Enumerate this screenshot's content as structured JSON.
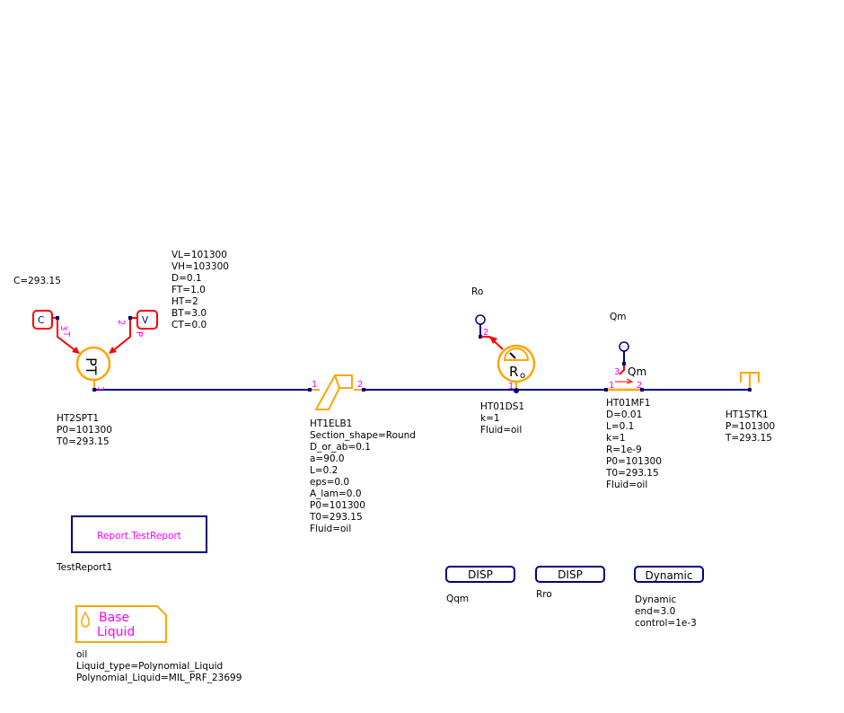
{
  "colors": {
    "wire": "#000080",
    "component": "#ffa500",
    "signal": "#ff0000",
    "pin": "#ff00ff"
  },
  "pressure_transducer": {
    "symbol": "PT",
    "name": "HT2SPT1",
    "params": [
      "P0=101300",
      "T0=293.15"
    ],
    "temp_label": "C=293.15",
    "settings": [
      "VL=101300",
      "VH=103300",
      "D=0.1",
      "FT=1.0",
      "HT=2",
      "BT=3.0",
      "CT=0.0"
    ],
    "c_port": "C",
    "v_port": "V",
    "pin1": "1",
    "pin2": "2",
    "pin3": "3",
    "port_t": "T",
    "port_p": "P"
  },
  "elbow": {
    "name": "HT1ELB1",
    "pin1": "1",
    "pin2": "2",
    "params": [
      "Section_shape=Round",
      "D_or_ab=0.1",
      "a=90.0",
      "L=0.2",
      "eps=0.0",
      "A_lam=0.0",
      "P0=101300",
      "T0=293.15",
      "Fluid=oil"
    ]
  },
  "density_sensor": {
    "name": "HT01DS1",
    "symbol": "R",
    "subscript": "o",
    "label": "Ro",
    "pin1": "1",
    "pin2": "2",
    "params": [
      "k=1",
      "Fluid=oil"
    ]
  },
  "mass_flow": {
    "name": "HT01MF1",
    "label": "Qm",
    "inner_label": "Qm",
    "pin1": "1",
    "pin2": "2",
    "pin3": "3",
    "params": [
      "D=0.01",
      "L=0.1",
      "k=1",
      "R=1e-9",
      "P0=101300",
      "T0=293.15",
      "Fluid=oil"
    ]
  },
  "stack": {
    "name": "HT1STK1",
    "params": [
      "P=101300",
      "T=293.15"
    ]
  },
  "report": {
    "label": "Report.TestReport",
    "name": "TestReport1"
  },
  "liquid": {
    "line1": "Base",
    "line2": "Liquid",
    "params": [
      "oil",
      "Liquid_type=Polynomial_Liquid",
      "Polynomial_Liquid=MIL_PRF_23699"
    ]
  },
  "displays": [
    {
      "label": "DISP",
      "name": "Qqm"
    },
    {
      "label": "DISP",
      "name": "Rro"
    }
  ],
  "dynamic": {
    "label": "Dynamic",
    "params": [
      "Dynamic",
      "end=3.0",
      "control=1e-3"
    ]
  }
}
